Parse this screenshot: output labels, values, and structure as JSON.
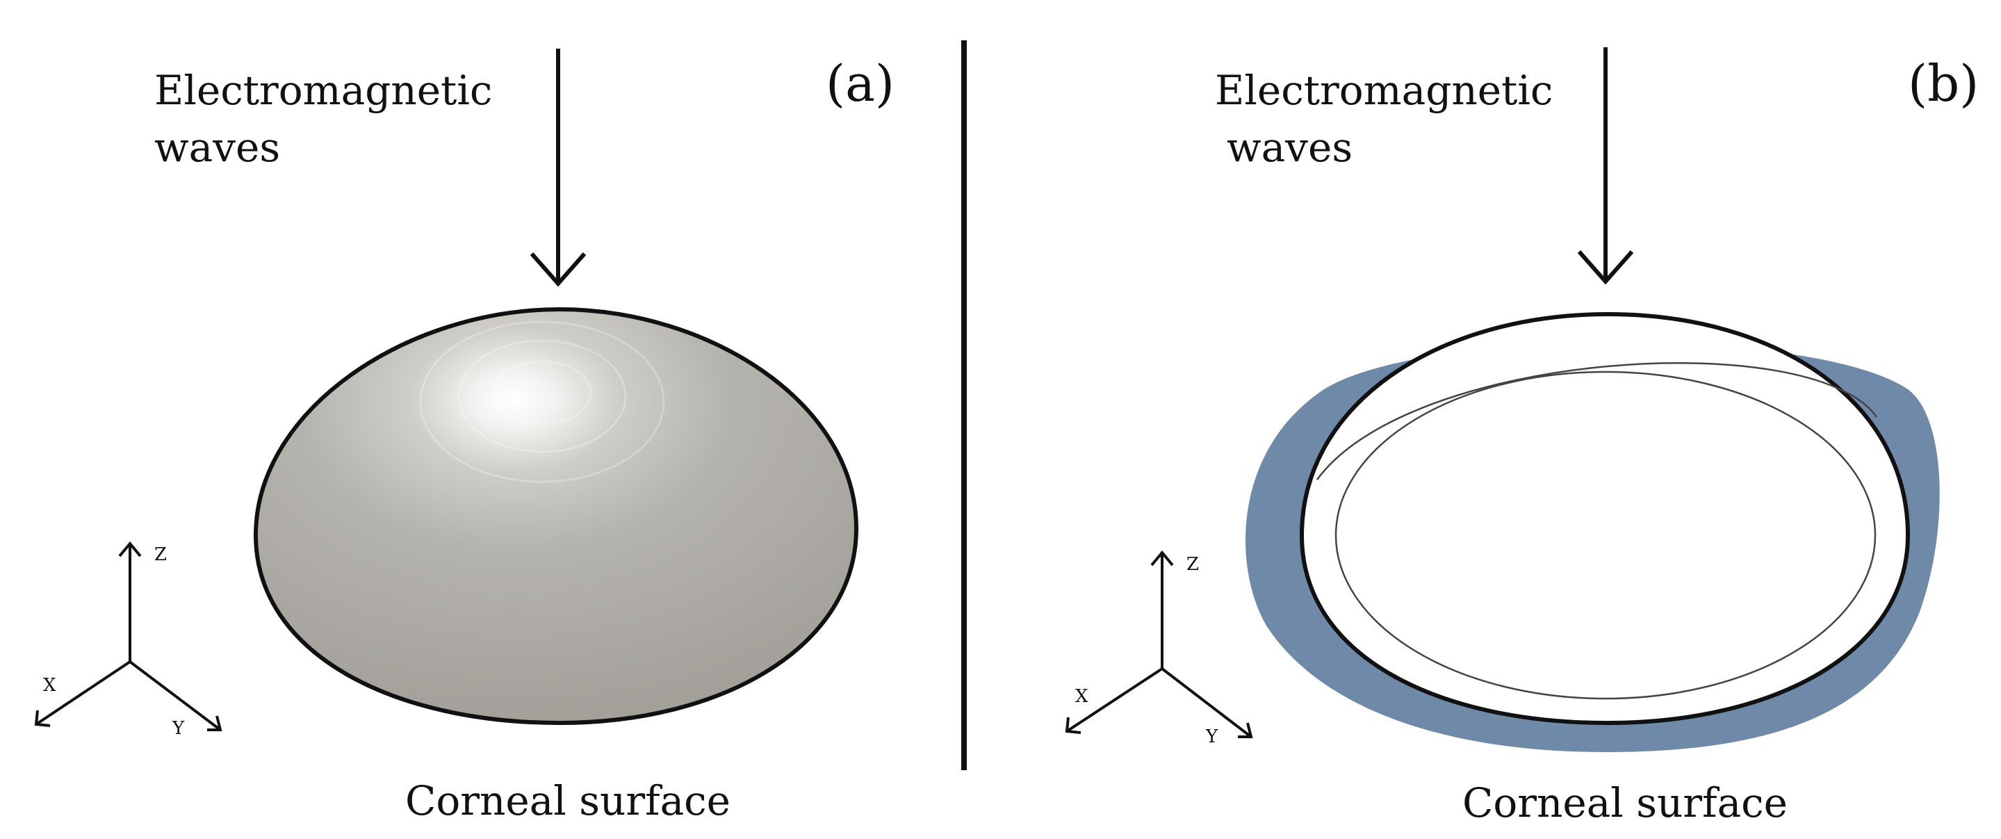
{
  "panels": [
    {
      "id": "a",
      "panel_label": "(a)",
      "wave_label_line1": "Electromagnetic",
      "wave_label_line2": "waves",
      "bottom_label": "Corneal surface",
      "axis": {
        "z": "Z",
        "x": "X",
        "y": "Y"
      }
    },
    {
      "id": "b",
      "panel_label": "(b)",
      "wave_label_line1": "Electromagnetic",
      "wave_label_line2": "waves",
      "bottom_label": "Corneal surface",
      "axis": {
        "z": "Z",
        "x": "X",
        "y": "Y"
      }
    }
  ],
  "colors": {
    "outline": "#111111",
    "cornea_fill": "#aeaca6",
    "cornea_highlight": "#ffffff",
    "tear_film": "#6f8aa8",
    "background": "#ffffff"
  }
}
